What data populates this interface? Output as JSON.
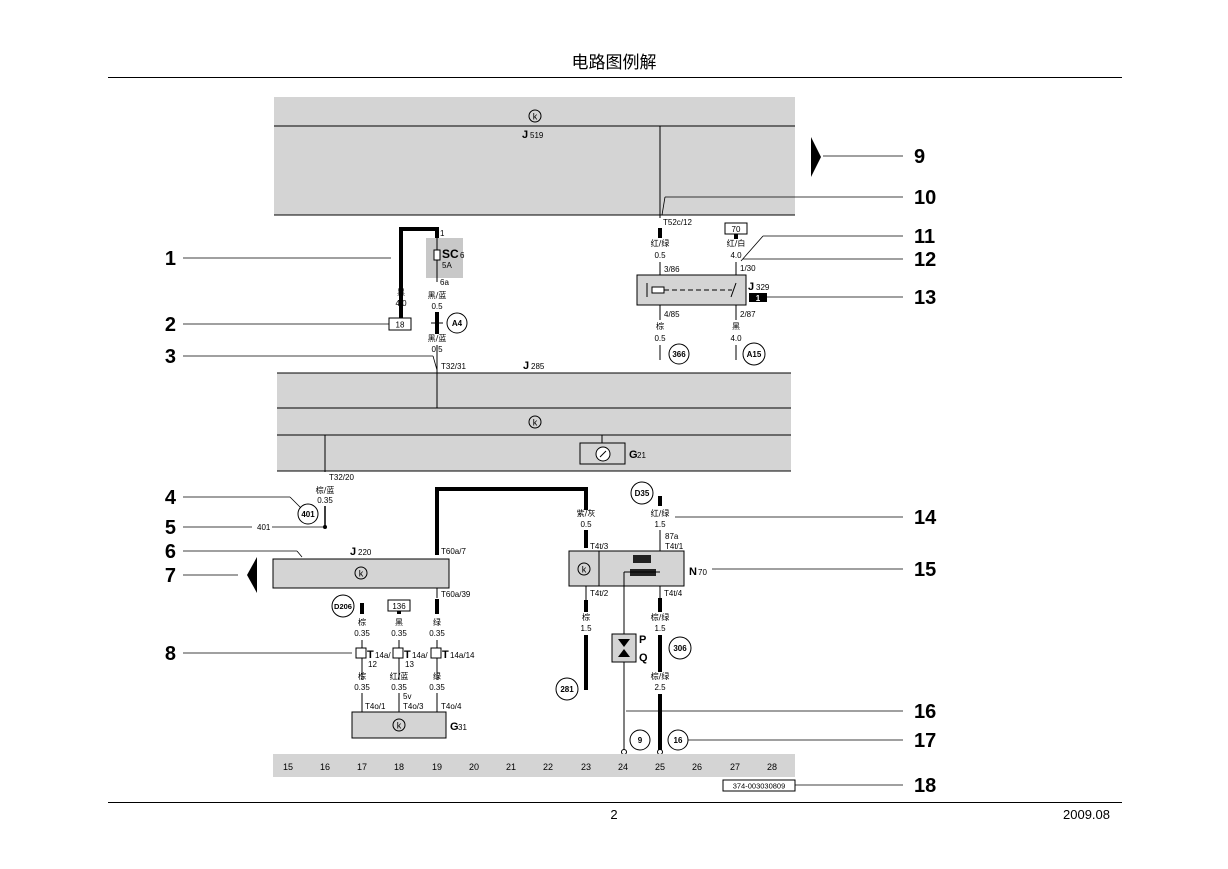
{
  "page": {
    "title": "电路图例解",
    "page_number": "2",
    "date": "2009.08"
  },
  "callouts": [
    "1",
    "2",
    "3",
    "4",
    "5",
    "6",
    "7",
    "8",
    "9",
    "10",
    "11",
    "12",
    "13",
    "14",
    "15",
    "16",
    "17",
    "18"
  ],
  "components": {
    "j519": {
      "id": "J",
      "sub": "519",
      "ground_symbol": "k"
    },
    "j285": {
      "id": "J",
      "sub": "285",
      "ground_symbol": "k"
    },
    "g21": {
      "id": "G",
      "sub": "21"
    },
    "j220": {
      "id": "J",
      "sub": "220",
      "ground_symbol": "k"
    },
    "g31": {
      "id": "G",
      "sub": "31",
      "ground_symbol": "k"
    },
    "n70": {
      "id": "N",
      "sub": "70",
      "ground_symbol": "k"
    },
    "j329": {
      "id": "J",
      "sub": "329",
      "badge": "1"
    },
    "fuse": {
      "id": "SC",
      "sub": "6",
      "rating": "5A",
      "pin_top": "1",
      "pin_bottom": "6a"
    },
    "spark": {
      "p": "P",
      "q": "Q"
    }
  },
  "wires": {
    "fuse_left": {
      "color": "黑",
      "size": "4.0",
      "ref": "18"
    },
    "fuse_right": {
      "color": "黑/蓝",
      "size": "0.5",
      "circle": "A4"
    },
    "fuse_right2": {
      "color": "黑/蓝",
      "size": "0.5",
      "conn": "T32/31"
    },
    "j519_out": {
      "conn": "T52c/12",
      "color": "红/绿",
      "size": "0.5"
    },
    "relay_in": {
      "ref": "70",
      "color": "红/白",
      "size": "4.0"
    },
    "relay_left_out": {
      "color": "棕",
      "size": "0.5",
      "circle": "366"
    },
    "relay_right_out": {
      "color": "黑",
      "size": "4.0",
      "circle": "A15"
    },
    "j285_out": {
      "conn": "T32/20",
      "color": "棕/蓝",
      "size": "0.35",
      "circle": "401",
      "splice": "401"
    },
    "j220_top": {
      "conn": "T60a/7",
      "color": "紫/灰",
      "size": "0.5"
    },
    "n70_left_in": {
      "conn": "T4t/3"
    },
    "n70_left_out": {
      "conn": "T4t/2",
      "color": "棕",
      "size": "1.5",
      "circle": "281"
    },
    "n70_right_in": {
      "circle": "D35",
      "color": "红/绿",
      "size": "1.5",
      "pin": "87a",
      "conn": "T4t/1"
    },
    "n70_right_out": {
      "conn": "T4t/4",
      "color": "棕/绿",
      "size": "1.5",
      "circle": "306",
      "color2": "棕/绿",
      "size2": "2.5"
    },
    "j220_bottom": {
      "conn": "T60a/39"
    },
    "g31_a": {
      "circle": "D206",
      "color": "棕",
      "size": "0.35",
      "t": "T",
      "tsub": "14a/",
      "tpin": "12",
      "color2": "棕",
      "size2": "0.35",
      "conn": "T4o/1"
    },
    "g31_b": {
      "ref": "136",
      "color": "黑",
      "size": "0.35",
      "t": "T",
      "tsub": "14a/",
      "tpin": "13",
      "color2": "红/蓝",
      "size2": "0.35",
      "pin2": "5v",
      "conn": "T4o/3"
    },
    "g31_c": {
      "color": "绿",
      "size": "0.35",
      "t": "T",
      "tsub": "14a/14",
      "color2": "绿",
      "size2": "0.35",
      "conn": "T4o/4"
    },
    "ground_a": "9",
    "ground_b": "16"
  },
  "relay": {
    "pin_in_left": "3/86",
    "pin_in_right": "1/30",
    "pin_out_left": "4/85",
    "pin_out_right": "2/87"
  },
  "ruler": [
    "15",
    "16",
    "17",
    "18",
    "19",
    "20",
    "21",
    "22",
    "23",
    "24",
    "25",
    "26",
    "27",
    "28"
  ],
  "doc_code": "374-003030809"
}
